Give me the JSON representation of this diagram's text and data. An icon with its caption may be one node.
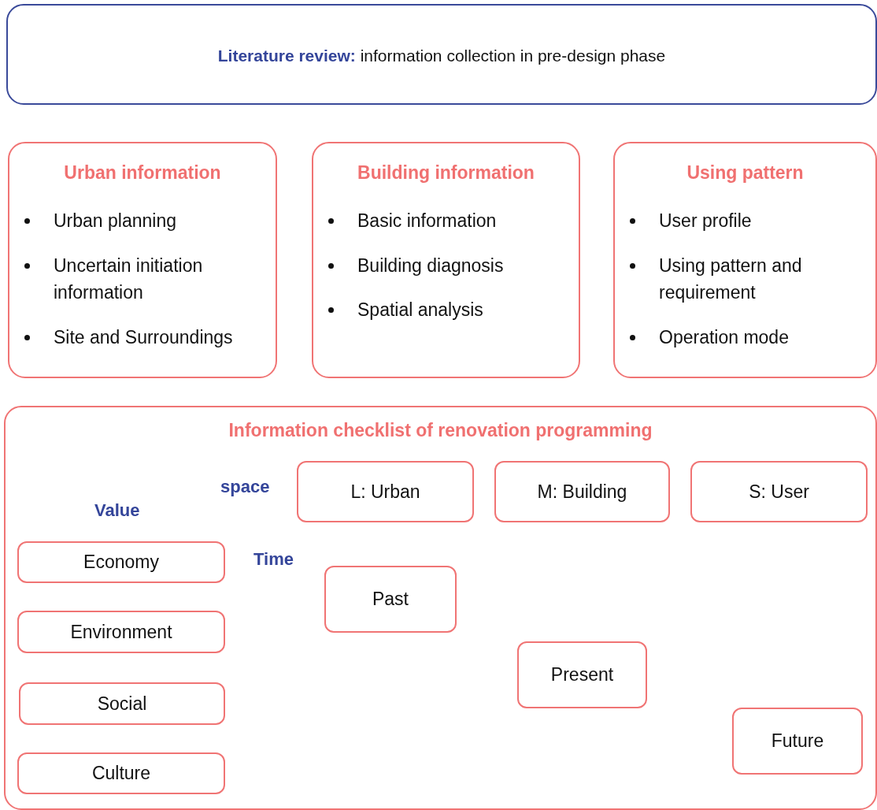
{
  "diagram": {
    "nodes": [
      {
        "text": [
          "**Literature review:** information collection in pre-design phase"
        ]
      },
      {
        "text": [
          "Urban information",
          "Urban planning",
          "Uncertain initiation information",
          "Site and Surroundings"
        ]
      },
      {
        "text": [
          "Building information",
          "Basic information",
          "Building diagnosis",
          "Spatial analysis"
        ]
      },
      {
        "text": [
          "Using pattern",
          "User profile",
          "Using pattern and requirement",
          "Operation mode"
        ]
      },
      {
        "text": [
          "Information checklist of renovation programming"
        ]
      },
      {
        "text": [
          "L: Urban"
        ],
        "in": 4
      },
      {
        "text": [
          "M: Building"
        ],
        "in": 4
      },
      {
        "text": [
          "S: User"
        ],
        "in": 4
      },
      {
        "text": [
          "Economy"
        ],
        "in": 4
      },
      {
        "text": [
          "Environment"
        ],
        "in": 4
      },
      {
        "text": [
          "Social"
        ],
        "in": 4
      },
      {
        "text": [
          "Culture"
        ],
        "in": 4
      },
      {
        "text": [
          "Past"
        ],
        "in": 4
      },
      {
        "text": [
          "Present"
        ],
        "in": 4
      },
      {
        "text": [
          "Future"
        ],
        "in": 4
      }
    ],
    "labels": [
      "space",
      "Value",
      "Time"
    ]
  }
}
